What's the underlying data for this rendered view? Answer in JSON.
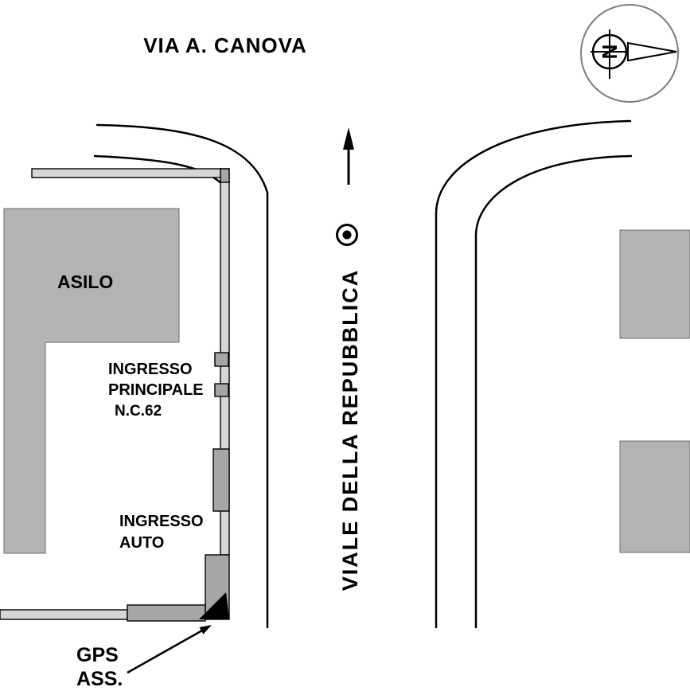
{
  "labels": {
    "street_top": "VIA A. CANOVA",
    "street_main": "VIALE DELLA REPUBBLICA",
    "building": "ASILO",
    "main_entrance": [
      "INGRESSO",
      "PRINCIPALE",
      "N.C.62"
    ],
    "auto_entrance": [
      "INGRESSO",
      "AUTO"
    ],
    "gps": [
      "GPS",
      "ASS."
    ],
    "compass_letter": "N"
  },
  "colors": {
    "building": "#b3b3b3",
    "wall_light": "#d6d6d6",
    "wall_dark": "#a6a6a6",
    "marker": "#000000",
    "compass_ring": "#7d7d7d",
    "line": "#000000"
  }
}
